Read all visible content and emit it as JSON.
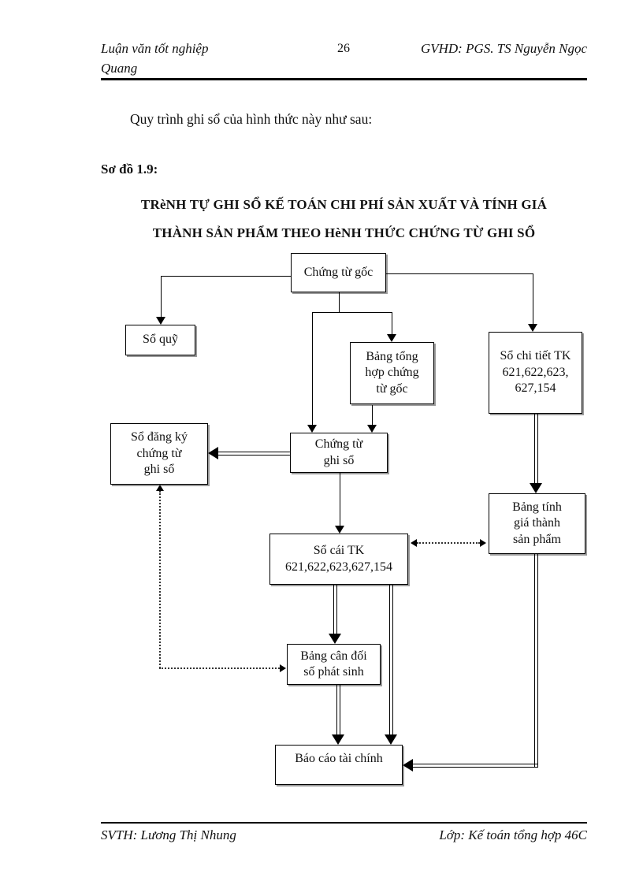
{
  "header": {
    "left_line1": "Luận văn tốt nghiệp",
    "left_line2": "Quang",
    "page_number": "26",
    "right": "GVHD: PGS. TS Nguyễn Ngọc"
  },
  "body": {
    "intro": "Quy trình ghi sổ của hình thức này như sau:",
    "figure_label": "Sơ đồ 1.9:",
    "figure_title": "TRèNH TỰ GHI SỔ KẾ TOÁN CHI PHÍ SẢN XUẤT VÀ TÍNH GIÁ\nTHÀNH SẢN PHẨM THEO HèNH THỨC CHỨNG TỪ GHI SỔ"
  },
  "diagram": {
    "boxes": {
      "chung_tu_goc": "Chứng từ gốc",
      "so_quy": "Sổ quỹ",
      "bang_tong_hop": "Bảng tổng\nhợp chứng\ntừ gốc",
      "so_chi_tiet_tk": "Sổ chi tiết TK\n621,622,623,\n627,154",
      "so_dang_ky": "Sổ đăng ký\nchứng từ\nghi sổ",
      "chung_tu_ghi_so": "Chứng từ\nghi sổ",
      "bang_tinh_gia_thanh": "Bảng tính\ngiá thành\nsản phẩm",
      "so_cai_tk": "Sổ cái TK\n621,622,623,627,154",
      "bang_can_doi": "Bảng cân đối\nsố phát sinh",
      "bao_cao_tai_chinh": "Báo cáo tài chính"
    },
    "edges": [
      {
        "from": "Chứng từ gốc",
        "to": "Sổ quỹ",
        "style": "solid"
      },
      {
        "from": "Chứng từ gốc",
        "to": "Bảng tổng hợp chứng từ gốc",
        "style": "solid"
      },
      {
        "from": "Chứng từ gốc",
        "to": "Sổ chi tiết TK 621,622,623,627,154",
        "style": "solid"
      },
      {
        "from": "Chứng từ gốc",
        "to": "Chứng từ ghi sổ",
        "style": "solid"
      },
      {
        "from": "Bảng tổng hợp chứng từ gốc",
        "to": "Chứng từ ghi sổ",
        "style": "solid"
      },
      {
        "from": "Chứng từ ghi sổ",
        "to": "Sổ đăng ký chứng từ ghi sổ",
        "style": "double"
      },
      {
        "from": "Chứng từ ghi sổ",
        "to": "Sổ cái TK 621,622,623,627,154",
        "style": "solid"
      },
      {
        "from": "Sổ chi tiết TK 621,622,623,627,154",
        "to": "Bảng tính giá thành sản phẩm",
        "style": "double"
      },
      {
        "from": "Sổ cái TK 621,622,623,627,154",
        "to": "Bảng tính giá thành sản phẩm",
        "style": "dotted-bidirectional"
      },
      {
        "from": "Sổ đăng ký chứng từ ghi sổ",
        "to": "Bảng cân đối số phát sinh",
        "style": "dotted-bidirectional"
      },
      {
        "from": "Sổ cái TK 621,622,623,627,154",
        "to": "Bảng cân đối số phát sinh",
        "style": "double"
      },
      {
        "from": "Sổ cái TK 621,622,623,627,154",
        "to": "Báo cáo tài chính",
        "style": "double"
      },
      {
        "from": "Bảng cân đối số phát sinh",
        "to": "Báo cáo tài chính",
        "style": "double"
      },
      {
        "from": "Bảng tính giá thành sản phẩm",
        "to": "Báo cáo tài chính",
        "style": "double"
      }
    ]
  },
  "footer": {
    "left": "SVTH: Lương Thị Nhung",
    "right": "Lớp: Kế toán tổng hợp 46C"
  }
}
